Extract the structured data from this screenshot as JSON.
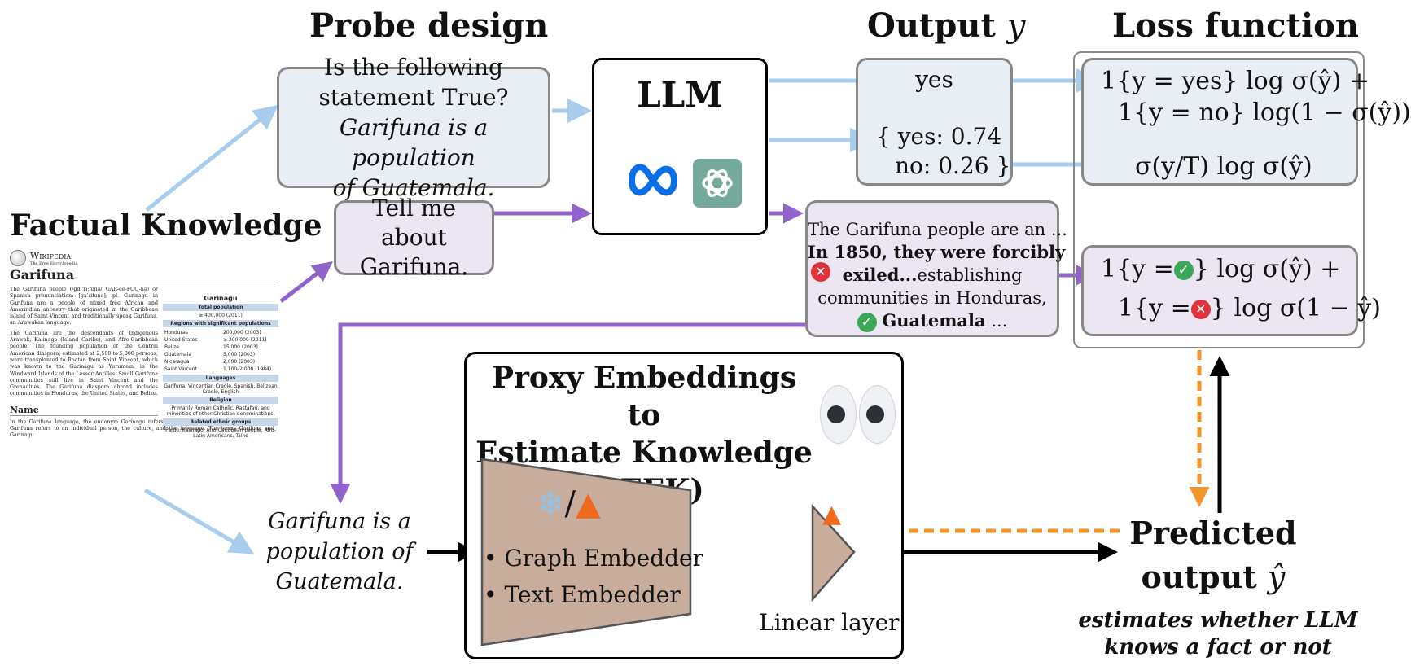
{
  "headings": {
    "probe_design": "Probe design",
    "output": "Output",
    "output_var": "y",
    "loss_function": "Loss function",
    "factual_knowledge": "Factual Knowledge"
  },
  "prompt_true_false": {
    "line1": "Is the following",
    "line2": "statement True?",
    "line3": "Garifuna is a population",
    "line4": "of Guatemala."
  },
  "prompt_tell_me": {
    "line1": "Tell me about",
    "line2": "Garifuna."
  },
  "llm": {
    "label": "LLM",
    "icons": [
      "meta-logo-icon",
      "openai-logo-icon"
    ]
  },
  "output_box": {
    "yes": "yes",
    "probs_line1": "{ yes: 0.74",
    "probs_line2": "no: 0.26 }"
  },
  "generation_box": {
    "line1": "The Garifuna people are an ...",
    "line2_bold": "In 1850, they were forcibly",
    "line3_bold": "exiled...",
    "line3_rest": "establishing",
    "line4": "communities in Honduras,",
    "line5_bold": "Guatemala",
    "line5_rest": " ..."
  },
  "loss": {
    "l1a": "1{y = yes} log σ(ŷ) +",
    "l1b": "1{y = no} log(1 − σ(ŷ))",
    "l2": "σ(y/T) log σ(ŷ)",
    "l3a_pre": "1{y =",
    "l3a_post": "} log σ(ŷ) +",
    "l3b_pre": "1{y =",
    "l3b_post": "} log σ(1 − ŷ)"
  },
  "statement": {
    "line1": "Garifuna is a",
    "line2": "population of",
    "line3": "Guatemala."
  },
  "peek": {
    "title1": "Proxy Embeddings to",
    "title2": "Estimate Knowledge",
    "title3": "(PEEK)",
    "frozen_sep": "/",
    "bullet1": "• Graph Embedder",
    "bullet2": "• Text Embedder",
    "linear_layer": "Linear layer"
  },
  "predicted": {
    "line1": "Predicted",
    "line2": "output",
    "var": "ŷ",
    "caption1": "estimates whether LLM",
    "caption2": "knows a fact or not"
  },
  "wikipedia": {
    "brand": "Wikipedia",
    "tagline": "The Free Encyclopedia",
    "title": "Garifuna",
    "para1": "The Garifuna people (/ɡɑːˈriːfʊnə/ GAR-ee-FOO-nə) or Spanish pronunciation: [ɡaˈɾifuna]; pl. Garinagu in Garifuna are a people of mixed free African and Amerindian ancestry that originated in the Caribbean island of Saint Vincent and traditionally speak Garifuna, an Arawakan language.",
    "para2": "The Garifuna are the descendants of Indigenous Arawak, Kalinago (Island Caribs), and Afro-Caribbean people. The founding population of the Central American diaspora, estimated at 2,500 to 5,000 persons, were transplanted to Roatán from Saint Vincent, which was known to the Garinagu as Yurumein, in the Windward Islands of the Lesser Antilles. Small Garifuna communities still live in Saint Vincent and the Grenadines. The Garifuna diaspora abroad includes communities in Honduras, the United States, and Belize.",
    "section": "Name",
    "para3": "In the Garifuna language, the endonym Garínagu refers to the people as a whole and the term Garifuna refers to an individual person, the culture, and the language. The terms Garifuna and Garinagu",
    "infobox_title": "Garinagu",
    "infobox_total_hdr": "Total population",
    "infobox_total": "≥ 400,000 (2011)",
    "infobox_regions_hdr": "Regions with significant populations",
    "regions": [
      [
        "Honduras",
        "200,000 (2003)"
      ],
      [
        "United States",
        "≥ 200,000 (2011)"
      ],
      [
        "Belize",
        "15,000 (2003)"
      ],
      [
        "Guatemala",
        "5,000 (2003)"
      ],
      [
        "Nicaragua",
        "2,000 (2003)"
      ],
      [
        "Saint Vincent",
        "1,100–2,000 (1984)"
      ]
    ],
    "languages_hdr": "Languages",
    "languages": "Garifuna, Vincentian Creole, Spanish, Belizean Creole, English",
    "religion_hdr": "Religion",
    "religion": "Primarily Roman Catholic, Rastafari, and minorities of other Christian denominations.",
    "related_hdr": "Related ethnic groups",
    "related": "Pardo, Kalinago, Afro-Caribbean people, Afro-Latin Americans, Taíno"
  },
  "colors": {
    "blue_arrow": "#a9cdee",
    "purple_arrow": "#9064cc",
    "orange_arrow": "#f0962a",
    "blue_box": "#e8eef4",
    "purple_box": "#ece6f3",
    "embedder_fill": "#c8ad9c"
  }
}
